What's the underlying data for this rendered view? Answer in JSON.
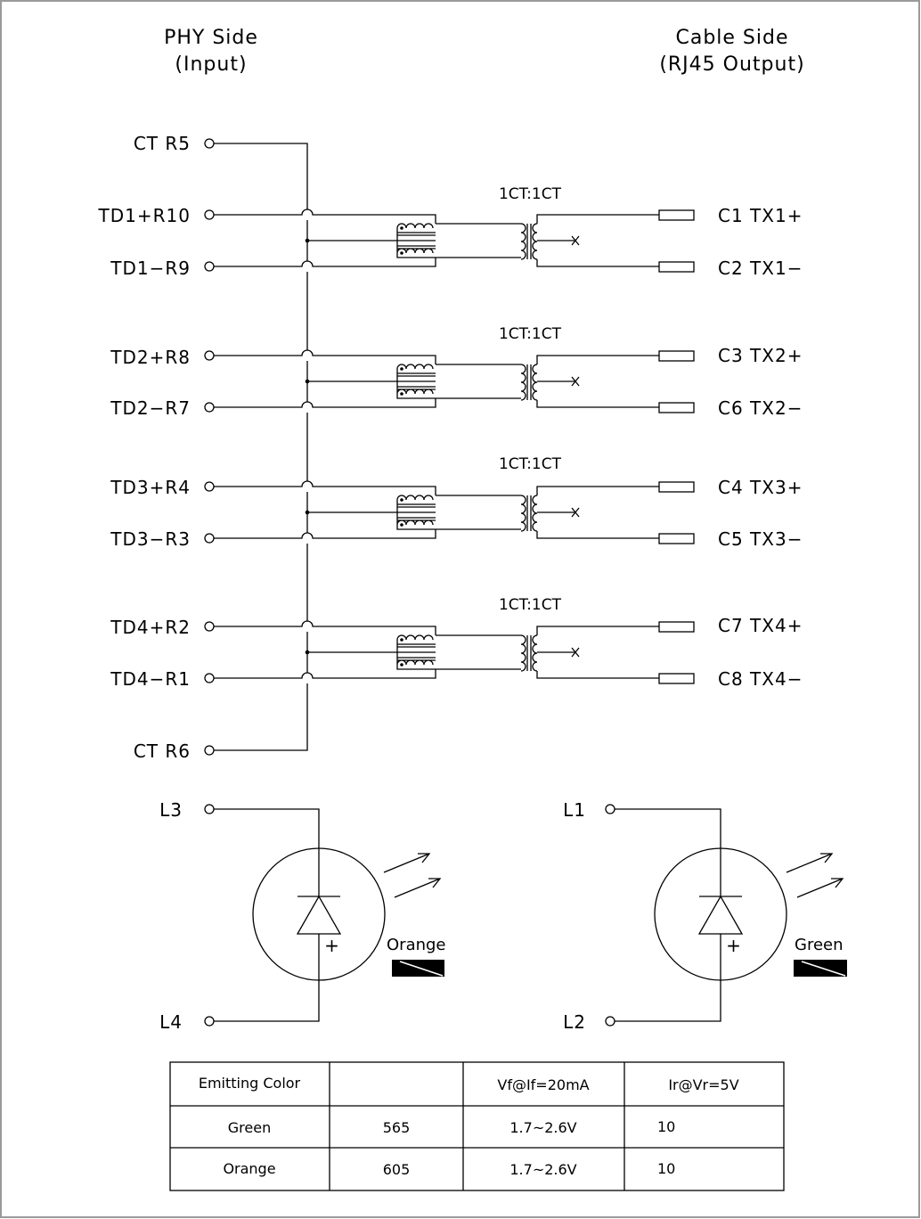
{
  "header": {
    "phy_line1": "PHY Side",
    "phy_line2": "(Input)",
    "cable_line1": "Cable Side",
    "cable_line2": "(RJ45 Output)"
  },
  "pins": {
    "ct_top": "CT R5",
    "ct_bottom": "CT R6"
  },
  "channels": [
    {
      "ratio": "1CT:1CT",
      "in_plus": "TD1+R10",
      "in_minus": "TD1−R9",
      "out_plus": "C1  TX1+",
      "out_minus": "C2  TX1−"
    },
    {
      "ratio": "1CT:1CT",
      "in_plus": "TD2+R8",
      "in_minus": "TD2−R7",
      "out_plus": "C3  TX2+",
      "out_minus": "C6  TX2−"
    },
    {
      "ratio": "1CT:1CT",
      "in_plus": "TD3+R4",
      "in_minus": "TD3−R3",
      "out_plus": "C4  TX3+",
      "out_minus": "C5  TX3−"
    },
    {
      "ratio": "1CT:1CT",
      "in_plus": "TD4+R2",
      "in_minus": "TD4−R1",
      "out_plus": "C7  TX4+",
      "out_minus": "C8  TX4−"
    }
  ],
  "leds": [
    {
      "top_pin": "L3",
      "bottom_pin": "L4",
      "color_label": "Orange",
      "plus_sign": "+"
    },
    {
      "top_pin": "L1",
      "bottom_pin": "L2",
      "color_label": "Green",
      "plus_sign": "+"
    }
  ],
  "table": {
    "headers": [
      "Emitting Color",
      "",
      "Vf@If=20mA",
      "Ir@Vr=5V"
    ],
    "rows": [
      [
        "Green",
        "565",
        "1.7~2.6V",
        "10"
      ],
      [
        "Orange",
        "605",
        "1.7~2.6V",
        "10"
      ]
    ]
  }
}
